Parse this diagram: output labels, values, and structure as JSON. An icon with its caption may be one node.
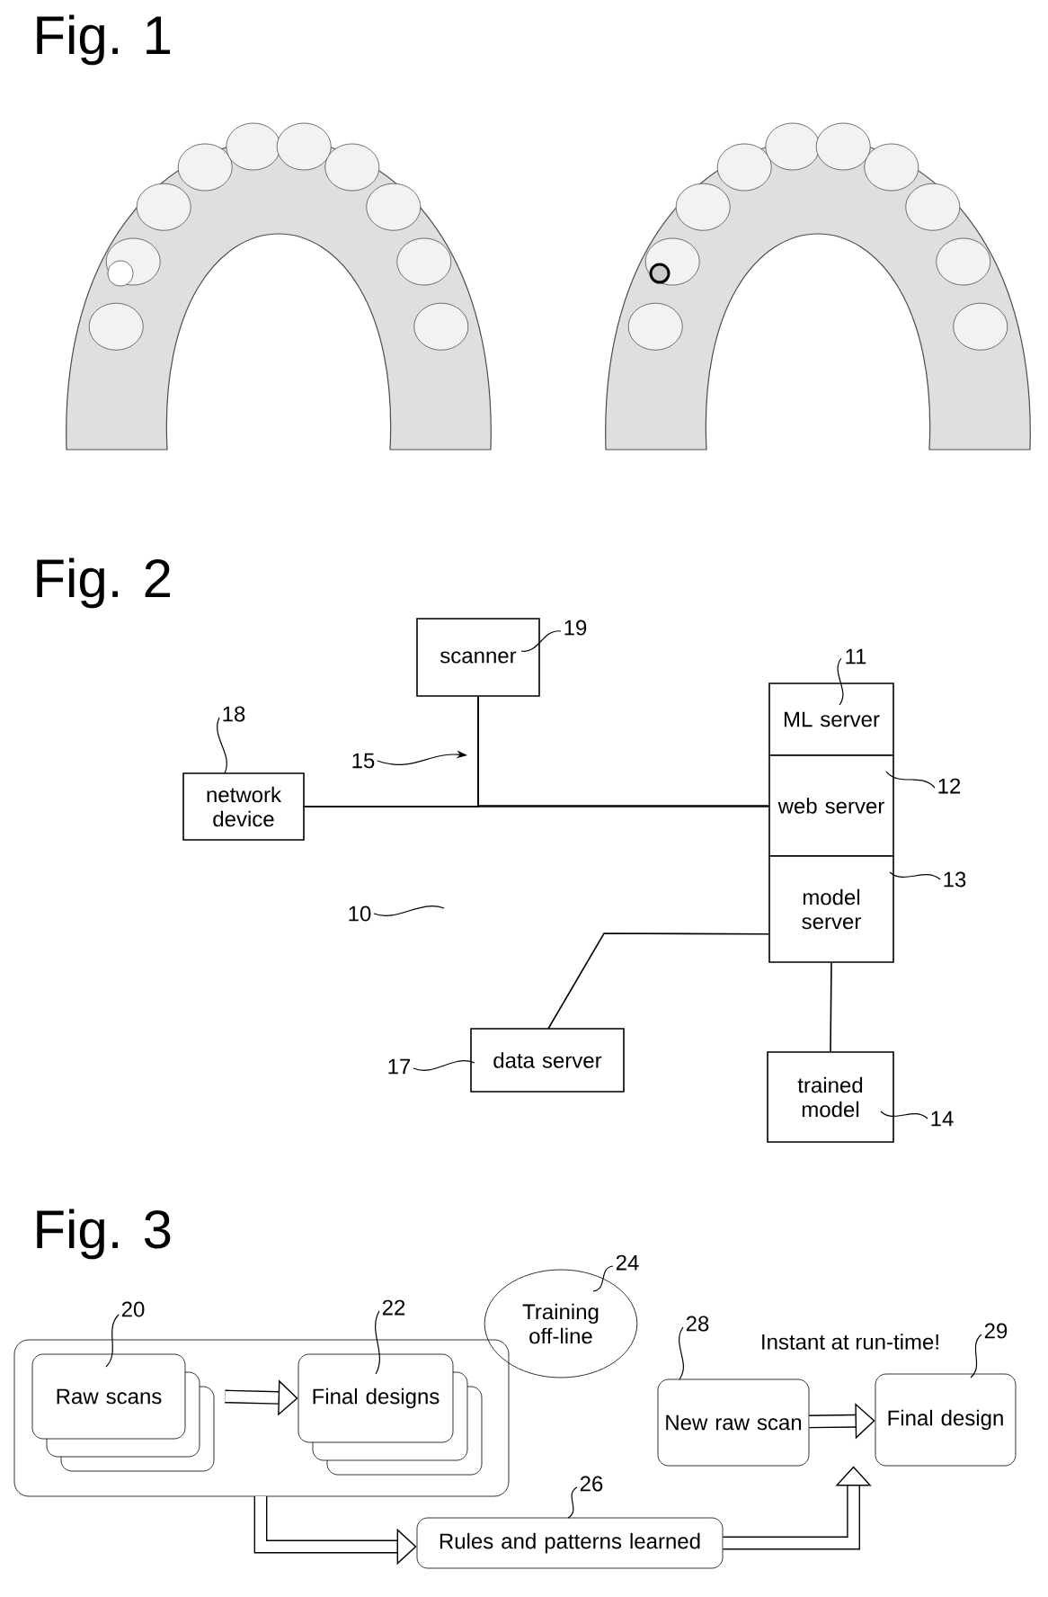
{
  "diagram": {
    "nodes": [
      {
        "text": [
          "scanner"
        ]
      },
      {
        "text": [
          "network device"
        ]
      },
      {
        "text": [
          "ML server"
        ]
      },
      {
        "text": [
          "web server"
        ]
      },
      {
        "text": [
          "model server"
        ]
      },
      {
        "text": [
          "data server"
        ]
      },
      {
        "text": [
          "trained model"
        ]
      },
      {
        "text": [],
        "shape": "box"
      },
      {
        "text": [
          "Raw scans"
        ],
        "in": 7
      },
      {
        "text": [
          "Final designs"
        ],
        "in": 7
      },
      {
        "text": [
          "Training off-line"
        ]
      },
      {
        "text": [
          "New raw scan"
        ]
      },
      {
        "text": [
          "Final design"
        ]
      },
      {
        "text": [
          "Rules and patterns learned"
        ]
      },
      {
        "text": [
          "15"
        ]
      },
      {
        "text": [
          "19"
        ]
      },
      {
        "text": [
          "18"
        ]
      },
      {
        "text": [
          "11"
        ]
      },
      {
        "text": [
          "12"
        ]
      },
      {
        "text": [
          "13"
        ]
      },
      {
        "text": [
          "17"
        ]
      },
      {
        "text": [
          "14"
        ]
      },
      {
        "text": [
          "10"
        ]
      },
      {
        "text": [
          "20"
        ]
      },
      {
        "text": [
          "22"
        ]
      },
      {
        "text": [
          "24"
        ]
      },
      {
        "text": [
          "28"
        ]
      },
      {
        "text": [
          "29"
        ]
      },
      {
        "text": [
          "26"
        ]
      }
    ],
    "edges": [
      {
        "from": 1,
        "to": 3,
        "arrow": "none"
      },
      {
        "from": 0,
        "to": 1,
        "arrow": "none"
      },
      {
        "from": 0,
        "to": 3,
        "arrow": "none"
      },
      {
        "from": 4,
        "to": 5,
        "arrow": "none"
      },
      {
        "from": 4,
        "to": 6,
        "arrow": "none"
      },
      {
        "from": 14,
        "to": null,
        "arrow": "to"
      },
      {
        "from": 8,
        "to": 9,
        "arrow": "to",
        "style": "thick"
      },
      {
        "from": 7,
        "to": 13,
        "arrow": "to",
        "style": "thick"
      },
      {
        "from": 13,
        "to": 12,
        "arrow": "to",
        "style": "thick"
      },
      {
        "from": 11,
        "to": 12,
        "arrow": "to",
        "style": "thick"
      },
      {
        "from": 15,
        "to": 0,
        "arrow": "none"
      },
      {
        "from": 16,
        "to": 1,
        "arrow": "none"
      },
      {
        "from": 17,
        "to": 2,
        "arrow": "none"
      },
      {
        "from": 18,
        "to": 3,
        "arrow": "none"
      },
      {
        "from": 19,
        "to": 4,
        "arrow": "none"
      },
      {
        "from": 20,
        "to": 5,
        "arrow": "none"
      },
      {
        "from": 21,
        "to": 6,
        "arrow": "none"
      },
      {
        "from": 22,
        "to": null,
        "arrow": "none"
      },
      {
        "from": 23,
        "to": 8,
        "arrow": "none"
      },
      {
        "from": 24,
        "to": 9,
        "arrow": "none"
      },
      {
        "from": 25,
        "to": 10,
        "arrow": "none"
      },
      {
        "from": 26,
        "to": 11,
        "arrow": "none"
      },
      {
        "from": 27,
        "to": 12,
        "arrow": "none"
      },
      {
        "from": 28,
        "to": 13,
        "arrow": "none"
      }
    ],
    "labels": [
      "Fig. 1",
      "Fig. 2",
      "Fig. 3",
      "Instant at run-time!"
    ]
  }
}
